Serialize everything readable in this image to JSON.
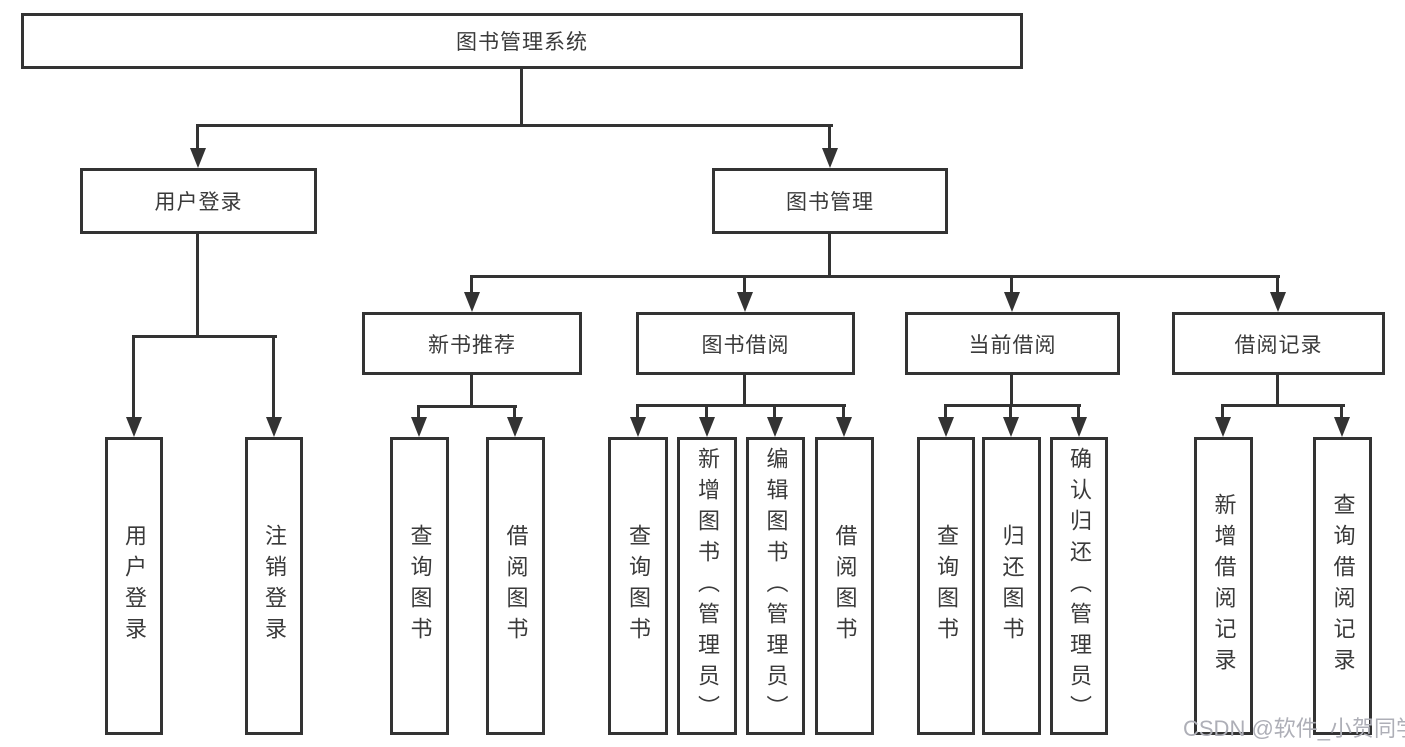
{
  "diagram": {
    "nodes": {
      "root": "图书管理系统",
      "user_login": "用户登录",
      "book_mgmt": "图书管理",
      "new_book": "新书推荐",
      "book_borrow": "图书借阅",
      "current_borrow": "当前借阅",
      "borrow_records": "借阅记录"
    },
    "leaves": {
      "user_login": [
        "用户登录",
        "注销登录"
      ],
      "new_book": [
        "查询图书",
        "借阅图书"
      ],
      "book_borrow": [
        "查询图书",
        "新增图书（管理员）",
        "编辑图书（管理员）",
        "借阅图书"
      ],
      "current_borrow": [
        "查询图书",
        "归还图书",
        "确认归还（管理员）"
      ],
      "borrow_records": [
        "新增借阅记录",
        "查询借阅记录"
      ]
    },
    "watermark": "CSDN @软件_小贺同学",
    "colors": {
      "line": "#333333",
      "text": "#3a3a3a",
      "background": "#ffffff",
      "watermark": "#aeafb7"
    }
  }
}
